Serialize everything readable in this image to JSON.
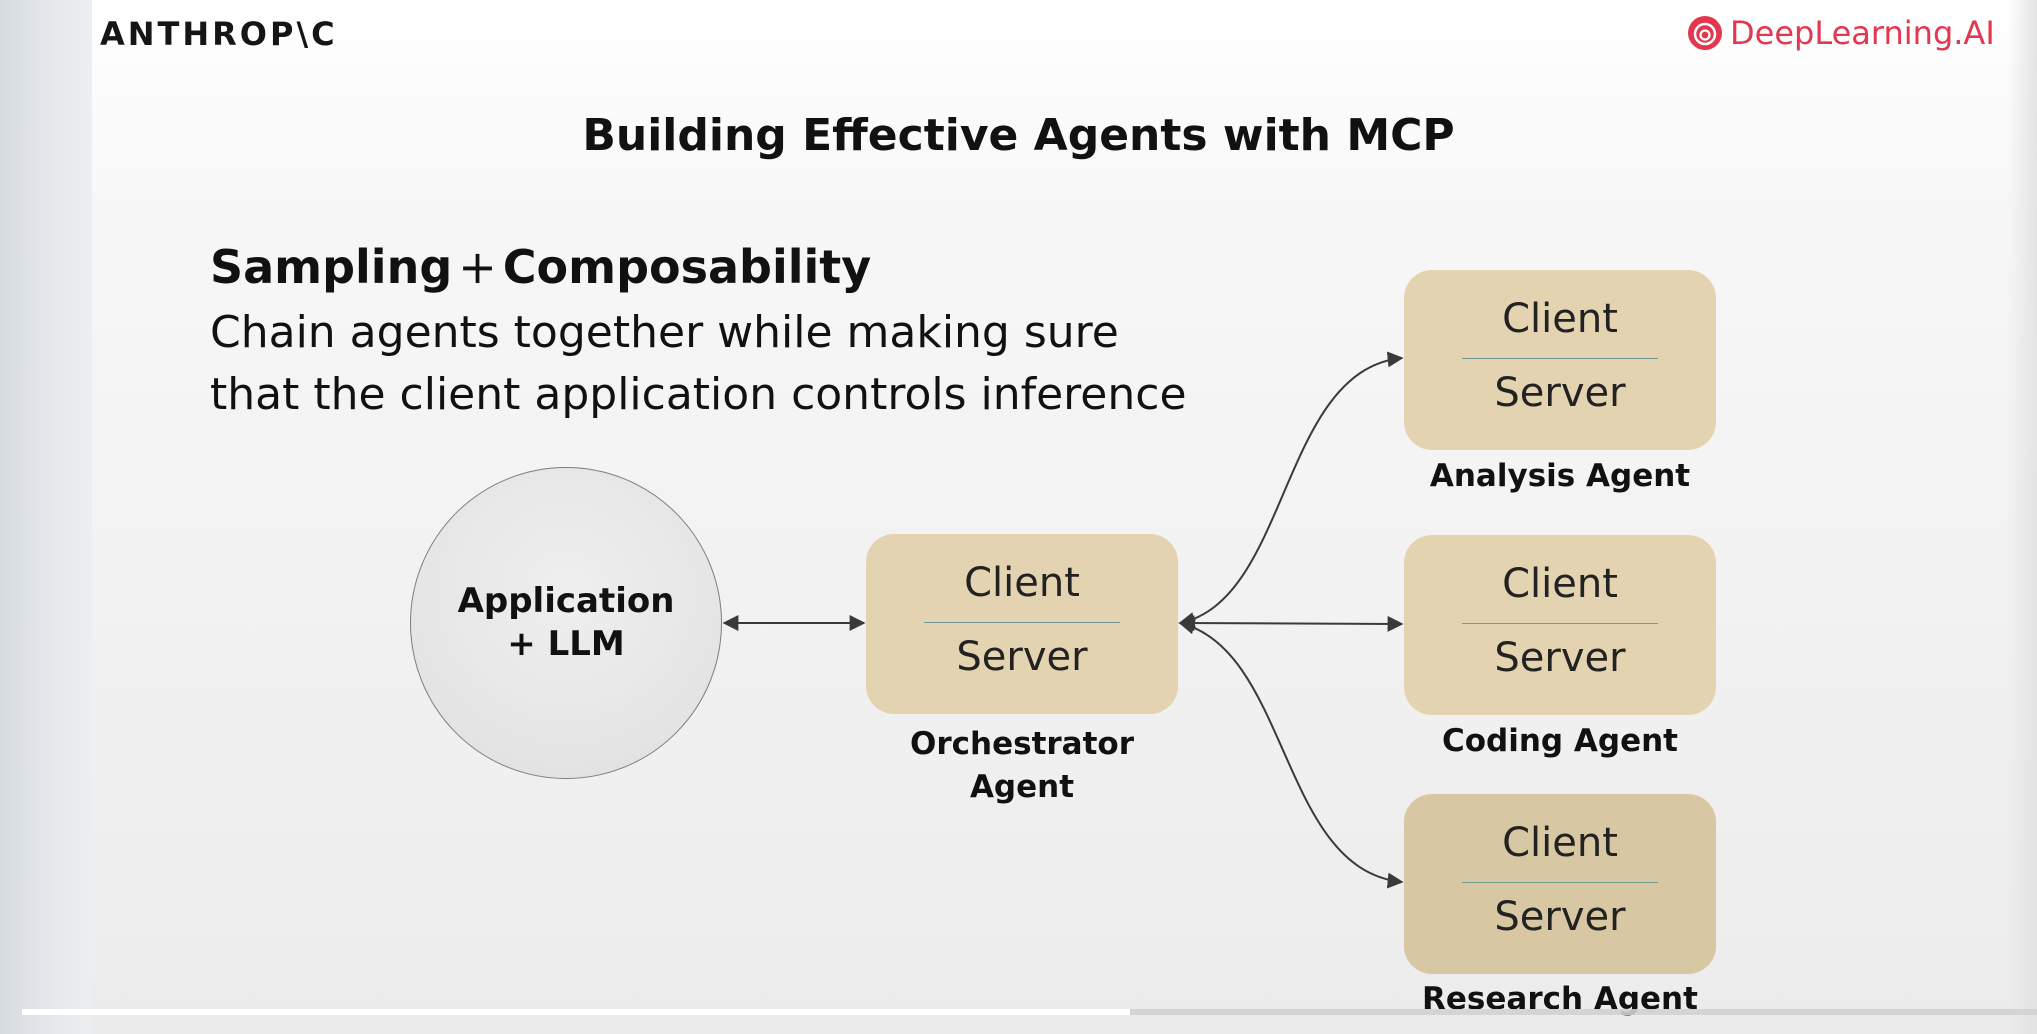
{
  "header": {
    "brand": "ANTHROP\\C",
    "partner": "DeepLearning.AI",
    "partner_color": "#e2374f"
  },
  "slide": {
    "title": "Building Effective Agents with MCP",
    "subtitle_part1": "Sampling",
    "subtitle_plus": "+",
    "subtitle_part2": "Composability",
    "description_line1": "Chain agents together while making sure",
    "description_line2": "that the client application controls inference"
  },
  "diagram": {
    "app": {
      "line1": "Application",
      "line2": "+ LLM"
    },
    "box_top_label": "Client",
    "box_bottom_label": "Server",
    "box_color": "#e3d3b0",
    "orchestrator": {
      "name_line1": "Orchestrator",
      "name_line2": "Agent"
    },
    "agents": [
      {
        "name": "Analysis Agent"
      },
      {
        "name": "Coding Agent"
      },
      {
        "name": "Research Agent"
      }
    ]
  },
  "player": {
    "progress_percent": 55
  }
}
